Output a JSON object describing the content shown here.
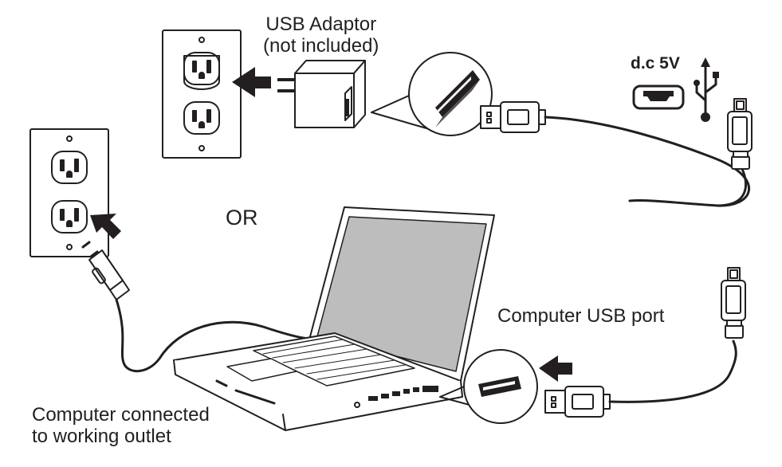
{
  "labels": {
    "usb_adaptor_line1": "USB Adaptor",
    "usb_adaptor_line2": "(not included)",
    "or": "OR",
    "dc_spec": "d.c 5V",
    "computer_usb_port": "Computer USB port",
    "computer_outlet_line1": "Computer connected",
    "computer_outlet_line2": "to working outlet"
  },
  "icons": [
    "wall-outlet-icon",
    "usb-wall-adaptor-icon",
    "usb-plug-icon",
    "micro-usb-plug-icon",
    "usb-symbol-icon",
    "micro-usb-port-icon",
    "laptop-icon",
    "power-plug-icon",
    "arrow-icon",
    "magnifier-callout-icon"
  ],
  "colors": {
    "ink": "#231f20",
    "screen": "#bdbdbd",
    "fill_dark": "#3a3a3a"
  }
}
